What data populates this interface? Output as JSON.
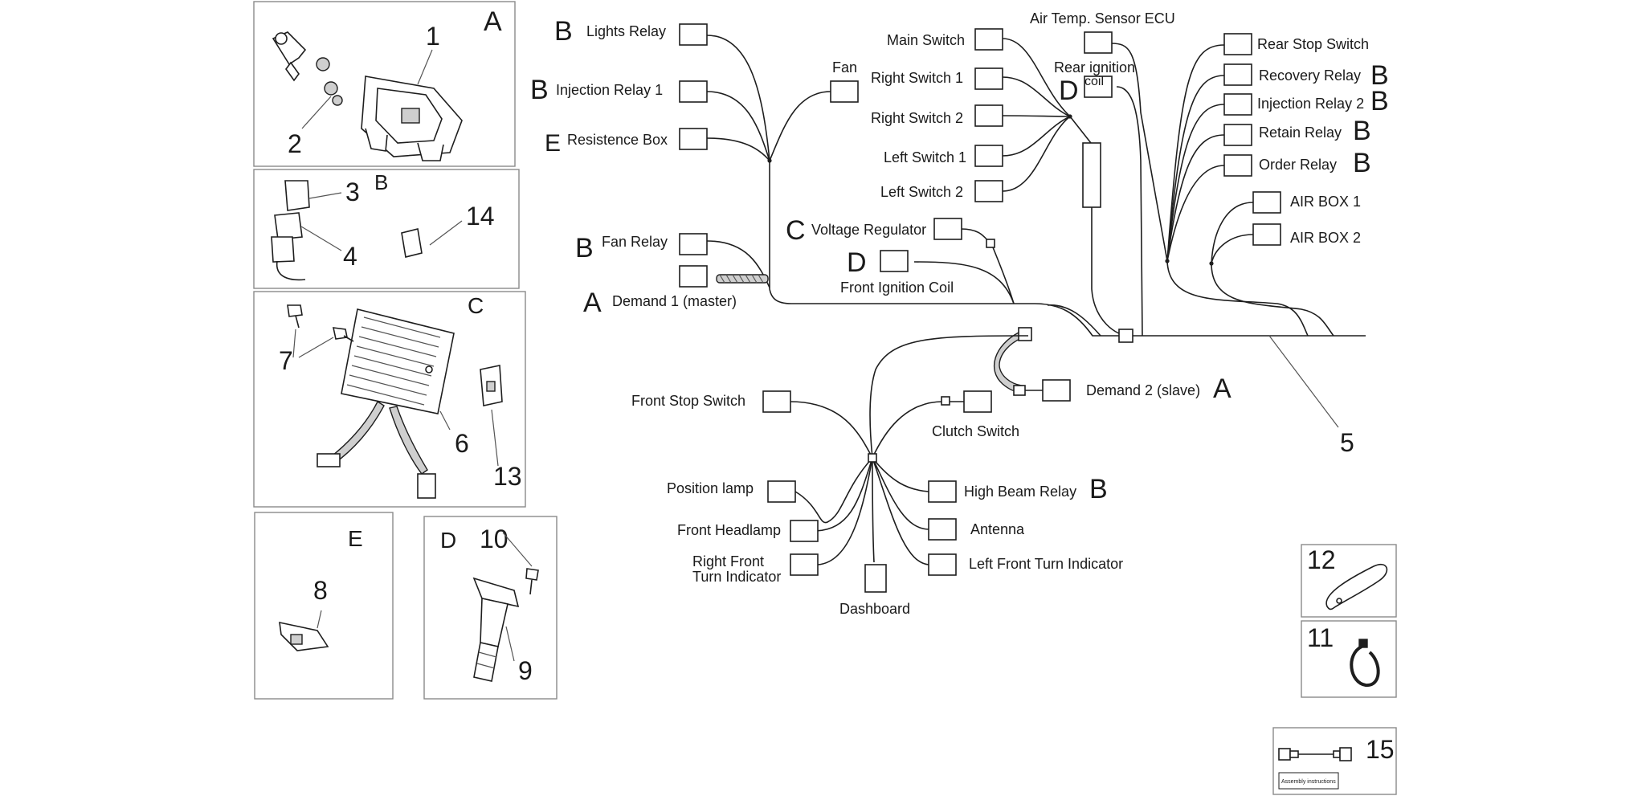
{
  "panels": {
    "A": {
      "letter": "A",
      "items": [
        "1",
        "2"
      ]
    },
    "B": {
      "letter": "B",
      "items": [
        "3",
        "4",
        "14"
      ]
    },
    "C": {
      "letter": "C",
      "items": [
        "7",
        "6",
        "13"
      ]
    },
    "E": {
      "letter": "E",
      "items": [
        "8"
      ]
    },
    "D": {
      "letter": "D",
      "items": [
        "10",
        "9"
      ]
    },
    "p12": {
      "items": [
        "12"
      ]
    },
    "p11": {
      "items": [
        "11"
      ]
    },
    "p15": {
      "items": [
        "15"
      ],
      "note": "Assembly instructions"
    }
  },
  "harness_number": "5",
  "components": {
    "lights_relay": {
      "label": "Lights Relay",
      "code": "B"
    },
    "injection_relay_1": {
      "label": "Injection Relay 1",
      "code": "B"
    },
    "resistence_box": {
      "label": "Resistence Box",
      "code": "E"
    },
    "fan": {
      "label": "Fan"
    },
    "fan_relay": {
      "label": "Fan Relay",
      "code": "B"
    },
    "demand_1": {
      "label": "Demand 1 (master)",
      "code": "A"
    },
    "main_switch": {
      "label": "Main Switch"
    },
    "right_switch_1": {
      "label": "Right Switch 1"
    },
    "right_switch_2": {
      "label": "Right Switch 2"
    },
    "left_switch_1": {
      "label": "Left Switch 1"
    },
    "left_switch_2": {
      "label": "Left Switch 2"
    },
    "voltage_regulator": {
      "label": "Voltage Regulator",
      "code": "C"
    },
    "front_ignition_coil": {
      "label": "Front Ignition Coil",
      "code": "D"
    },
    "air_temp_sensor": {
      "label": "Air Temp. Sensor ECU"
    },
    "rear_ignition_coil": {
      "label_line1": "Rear ignition",
      "label_line2": "coil",
      "code": "D"
    },
    "rear_stop_switch": {
      "label": "Rear Stop Switch"
    },
    "recovery_relay": {
      "label": "Recovery Relay",
      "code": "B"
    },
    "injection_relay_2": {
      "label": "Injection Relay 2",
      "code": "B"
    },
    "retain_relay": {
      "label": "Retain Relay",
      "code": "B"
    },
    "order_relay": {
      "label": "Order Relay",
      "code": "B"
    },
    "air_box_1": {
      "label": "AIR BOX 1"
    },
    "air_box_2": {
      "label": "AIR BOX 2"
    },
    "demand_2": {
      "label": "Demand 2 (slave)",
      "code": "A"
    },
    "front_stop_switch": {
      "label": "Front Stop Switch"
    },
    "clutch_switch": {
      "label": "Clutch Switch"
    },
    "position_lamp": {
      "label": "Position lamp"
    },
    "front_headlamp": {
      "label": "Front Headlamp"
    },
    "right_front_turn": {
      "label_line1": "Right Front",
      "label_line2": "Turn Indicator"
    },
    "dashboard": {
      "label": "Dashboard"
    },
    "high_beam_relay": {
      "label": "High Beam Relay",
      "code": "B"
    },
    "antenna": {
      "label": "Antenna"
    },
    "left_front_turn": {
      "label": "Left Front Turn Indicator"
    }
  }
}
